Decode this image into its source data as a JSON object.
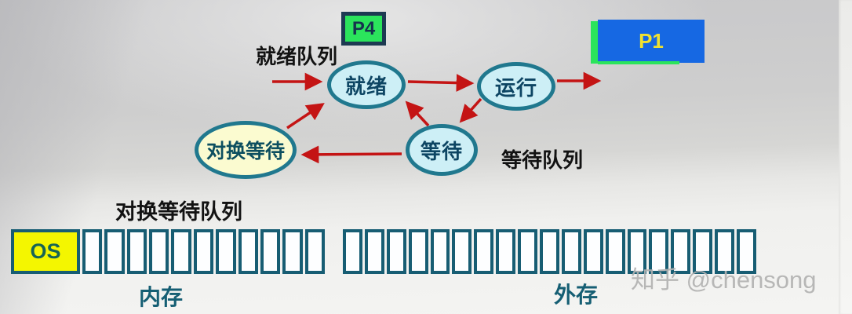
{
  "diagram": {
    "nodes": {
      "ready": "就绪",
      "running": "运行",
      "waiting": "等待",
      "swap_waiting": "对换等待"
    },
    "queue_labels": {
      "ready_queue": "就绪队列",
      "waiting_queue": "等待队列",
      "swap_waiting_queue": "对换等待队列"
    },
    "process_boxes": {
      "p4": "P4",
      "p1": "P1"
    },
    "storage": {
      "os_cell": "OS",
      "memory_label": "内存",
      "external_label": "外存",
      "memory_empty_cells": 11,
      "external_cells": 19
    },
    "colors": {
      "node_fill_cyan": "#cdeff6",
      "node_fill_yellow": "#fbfbd0",
      "node_border_teal": "#20788e",
      "arrow_red": "#c41414",
      "p4_green": "#2be45c",
      "p1_blue": "#1668e3",
      "p1_text_yellow": "#f0e130",
      "os_yellow": "#f4f600",
      "bar_border_teal": "#175d73",
      "storage_label_teal": "#155e73"
    }
  },
  "watermark": "知乎 @chensong"
}
